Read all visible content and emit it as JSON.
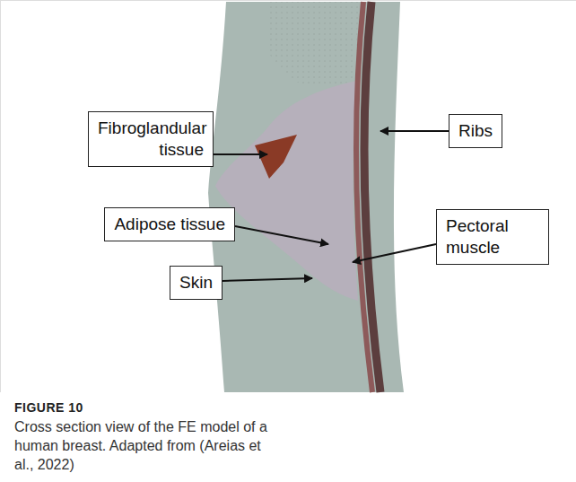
{
  "diagram": {
    "title": "FIGURE 10",
    "caption": "Cross section view of the FE model of a human breast. Adapted from (Areias et al., 2022)",
    "nodes": [
      {
        "text": [
          "Fibroglandular tissue"
        ]
      },
      {
        "text": [
          "Ribs"
        ]
      },
      {
        "text": [
          "Adipose tissue"
        ]
      },
      {
        "text": [
          "Pectoral muscle"
        ]
      },
      {
        "text": [
          "Skin"
        ]
      }
    ]
  }
}
